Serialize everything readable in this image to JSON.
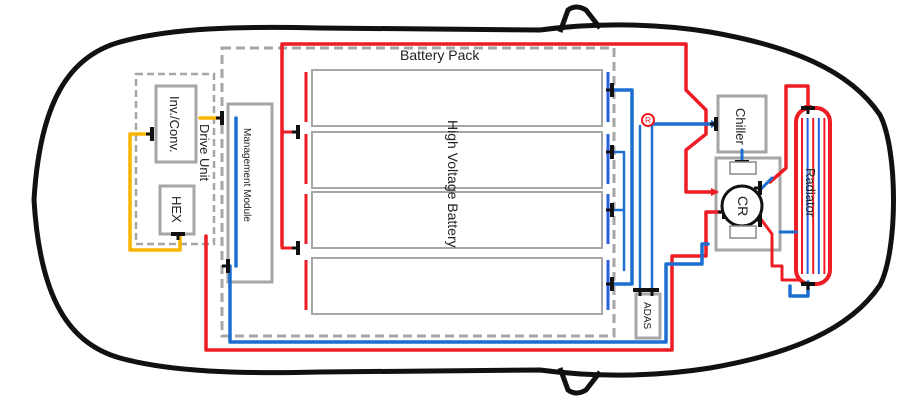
{
  "labels": {
    "battery_pack": "Battery Pack",
    "high_voltage_battery": "High Voltage Battery",
    "inv_conv": "Inv./Conv.",
    "drive_unit": "Drive Unit",
    "hex": "HEX",
    "management_module": "Management Module",
    "chiller": "Chiller",
    "cr": "CR",
    "radiator": "Radiator",
    "adas": "ADAS",
    "gauge_symbol": "R"
  },
  "colors": {
    "hot": "#ee1c25",
    "cold": "#1c6fd0",
    "oil": "#f7b500",
    "outline": "#111111",
    "dashed": "#a6a6a6",
    "component": "#a6a6a6",
    "mid": "#9b2fc8"
  }
}
